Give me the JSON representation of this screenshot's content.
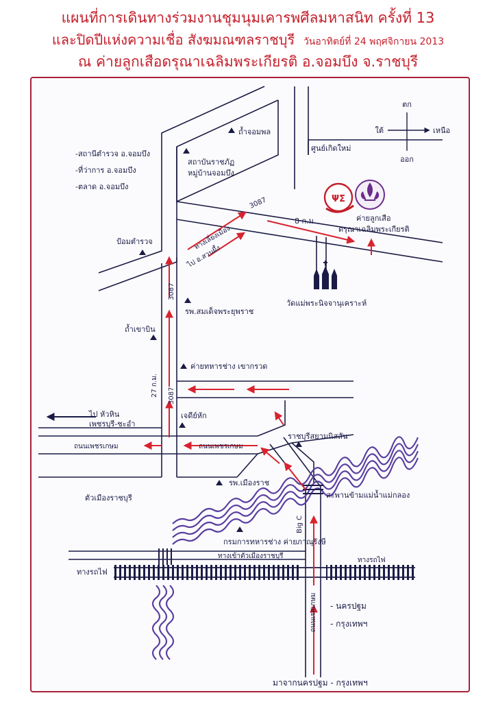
{
  "header": {
    "line1": "แผนที่การเดินทางร่วมงานชุมนุมเคารพศีลมหาสนิท ครั้งที่ 13",
    "line2_main": "และปิดปีแห่งความเชื่อ สังฆมณฑลราชบุรี",
    "line2_date": "วันอาทิตย์ที่ 24 พฤศจิกายน 2013",
    "line3": "ณ ค่ายลูกเสือดรุณาเฉลิมพระเกียรติ อ.จอมบึง จ.ราชบุรี"
  },
  "compass": {
    "north": "เหนือ",
    "south": "ใต้",
    "east": "ตก",
    "west": "ออก"
  },
  "landmarks": {
    "district_list": [
      "-สถานีตำรวจ อ.จอมบึง",
      "-ที่ว่าการ อ.จอมบึง",
      "-ตลาด อ.จอมบึง"
    ],
    "police_box": "ป้อมตำรวจ",
    "tham_jompol": "ถ้ำจอมพล",
    "rajabhat_line1": "สถาบันราชภัฏ",
    "rajabhat_line2": "หมู่บ้านจอมบึง",
    "new_center": "ศูนย์เกิดใหม่",
    "scout_camp_line1": "ค่ายลูกเสือ",
    "scout_camp_line2": "ดรุณาเฉลิมพระเกียรติ",
    "church": "วัดแม่พระนิจจานุเคราะห์",
    "hospital_somdej": "รพ.สมเด็จพระยุพราช",
    "khao_bin": "ถ้ำเขาบิน",
    "army_camp": "ค่ายทหารช่าง เขากรวด",
    "chedi_hak": "เจดีย์หัก",
    "ratchaburi_school": "ราชบุรีสยามนิสสัน",
    "hospital_mueang": "รพ.เมืองราช",
    "city": "ตัวเมืองราชบุรี",
    "engineer_dept": "กรมการทหารช่าง ค่ายภาณุรังษี",
    "bridge": "สะพานข้ามแม่น้ำแม่กลอง",
    "big_c": "Big C",
    "to_nakhon": "- นครปฐม",
    "to_bangkok": "- กรุงเทพฯ"
  },
  "roads": {
    "route_3087_a": "3087",
    "route_3087_b": "3087",
    "route_3087_c": "3087",
    "dist_8km": "8 ก.ม.",
    "dist_27km": "27 ก.ม.",
    "bypass": "ทางเลี่ยงเมือง",
    "to_suan_phueng": "ไป อ.สวนผึ้ง",
    "to_huahin_1": "ไป หัวหิน",
    "to_huahin_2": "เพชรบุรี-ชะอำ",
    "phetkasem_left": "ถนนเพชรเกษม",
    "phetkasem_mid": "ถนนเพชรเกษม",
    "city_entry": "ทางเข้าตัวเมืองราชบุรี",
    "railway_left": "ทางรถไฟ",
    "railway_right": "ทางรถไฟ",
    "bypass_road": "ถนนเรศเกษม",
    "from_line": "มาจากนครปฐม - กรุงเทพฯ"
  },
  "colors": {
    "title": "#c41e2a",
    "route": "#d8232f",
    "road": "#1b1b46",
    "river": "#5a3fa0",
    "frame": "#a8203a"
  }
}
